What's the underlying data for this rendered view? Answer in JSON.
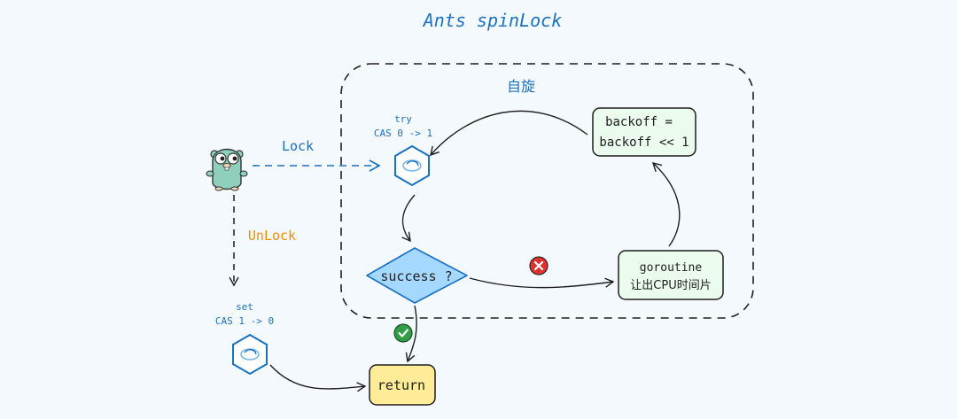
{
  "title": "Ants spinLock",
  "spin_region": {
    "label": "自旋"
  },
  "edges": {
    "lock": "Lock",
    "unlock": "UnLock"
  },
  "nodes": {
    "try": {
      "line1": "try",
      "line2": "CAS 0 -> 1"
    },
    "set": {
      "line1": "set",
      "line2": "CAS 1 -> 0"
    },
    "success": {
      "label": "success ?"
    },
    "backoff": {
      "line1": "backoff =",
      "line2": "backoff << 1"
    },
    "goroutine": {
      "line1": "goroutine",
      "line2": "让出CPU时间片"
    },
    "return": {
      "label": "return"
    }
  },
  "icons": {
    "gopher": "gopher-mascot-icon",
    "fail": "x-circle-icon",
    "ok": "check-circle-icon",
    "hexagon": "cas-hexagon-icon"
  },
  "colors": {
    "blue": "#1971c2",
    "orange": "#f08c00",
    "diamond_fill": "#a5d8ff",
    "backoff_fill": "#ebfbee",
    "return_fill": "#ffec99",
    "fail_red": "#e03131",
    "ok_green": "#2f9e44"
  }
}
